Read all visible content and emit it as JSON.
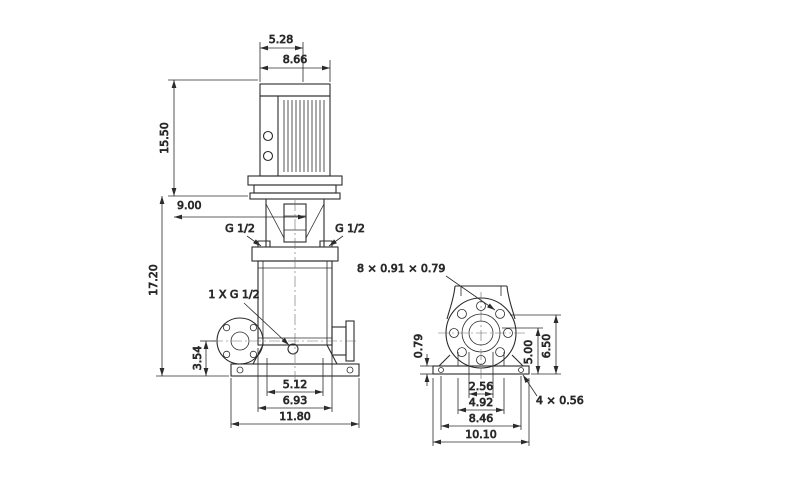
{
  "page": {
    "background_color": "#ffffff",
    "line_color": "#2b2b2b"
  },
  "front_view": {
    "name": "pump-front-elevation",
    "dim_fan_cover_width": "5.28",
    "dim_motor_width": "8.66",
    "dim_motor_height": "15.50",
    "dim_head_clearance": "9.00",
    "port_left": "G 1/2",
    "port_right": "G 1/2",
    "dim_pump_height": "17.20",
    "drain_port": "1 X G 1/2",
    "dim_port_centerline_height": "3.54",
    "dim_flange_width": "5.12",
    "dim_sleeve_width": "6.93",
    "dim_base_width": "11.80"
  },
  "side_view": {
    "name": "pump-base-flange-view",
    "flange_holes": "8 × 0.91  × 0.79",
    "dim_plate_thickness": "0.79",
    "dim_height_inner": "5.00",
    "dim_height_outer": "6.50",
    "dim_port_bore": "2.56",
    "dim_foot_width": "4.92",
    "dim_hole_spacing": "8.46",
    "dim_plate_width": "10.10",
    "base_holes": "4 × 0.56"
  }
}
